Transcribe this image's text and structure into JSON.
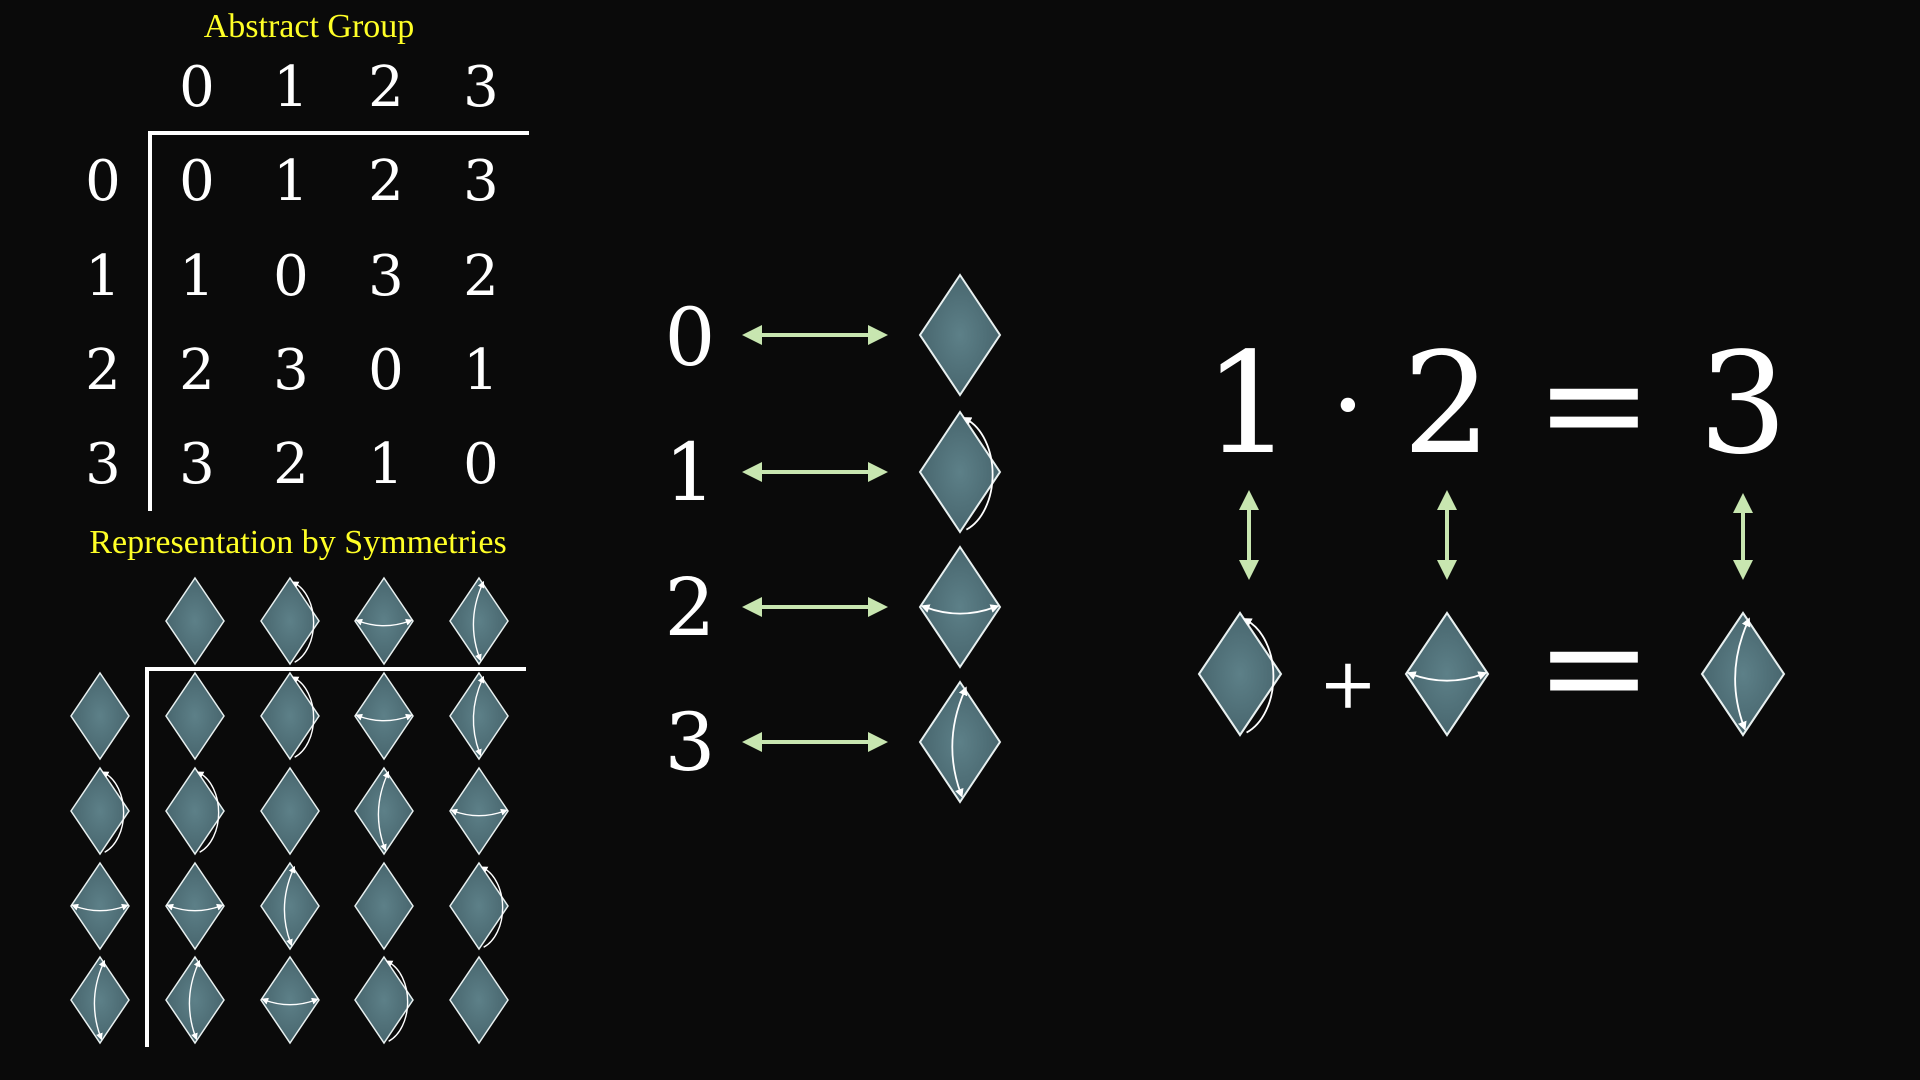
{
  "titles": {
    "abstract_group": "Abstract Group",
    "representation": "Representation by Symmetries"
  },
  "cayley": {
    "col_headers": [
      "0",
      "1",
      "2",
      "3"
    ],
    "row_headers": [
      "0",
      "1",
      "2",
      "3"
    ],
    "cells": [
      [
        "0",
        "1",
        "2",
        "3"
      ],
      [
        "1",
        "0",
        "3",
        "2"
      ],
      [
        "2",
        "3",
        "0",
        "1"
      ],
      [
        "3",
        "2",
        "1",
        "0"
      ]
    ]
  },
  "symmetry_table": {
    "col_headers": [
      "identity",
      "rotation",
      "horizontal-flip",
      "vertical-flip"
    ],
    "row_headers": [
      "identity",
      "rotation",
      "horizontal-flip",
      "vertical-flip"
    ],
    "cells": [
      [
        "identity",
        "rotation",
        "horizontal-flip",
        "vertical-flip"
      ],
      [
        "rotation",
        "identity",
        "vertical-flip",
        "horizontal-flip"
      ],
      [
        "horizontal-flip",
        "vertical-flip",
        "identity",
        "rotation"
      ],
      [
        "vertical-flip",
        "horizontal-flip",
        "rotation",
        "identity"
      ]
    ]
  },
  "mapping": {
    "labels": [
      "0",
      "1",
      "2",
      "3"
    ],
    "symmetries": [
      "identity",
      "rotation",
      "horizontal-flip",
      "vertical-flip"
    ]
  },
  "equation": {
    "lhs_a": "1",
    "dot": "·",
    "lhs_b": "2",
    "equals": "=",
    "rhs": "3",
    "plus": "+",
    "symmetries": [
      "rotation",
      "horizontal-flip",
      "vertical-flip"
    ]
  },
  "colors": {
    "background": "#0a0a0a",
    "text": "#ffffff",
    "title": "#ffff26",
    "arrow": "#c8e6b0",
    "diamond_fill": "#4f7077",
    "diamond_stroke": "#e8f0f0",
    "symbol_stroke": "#ffffff"
  }
}
